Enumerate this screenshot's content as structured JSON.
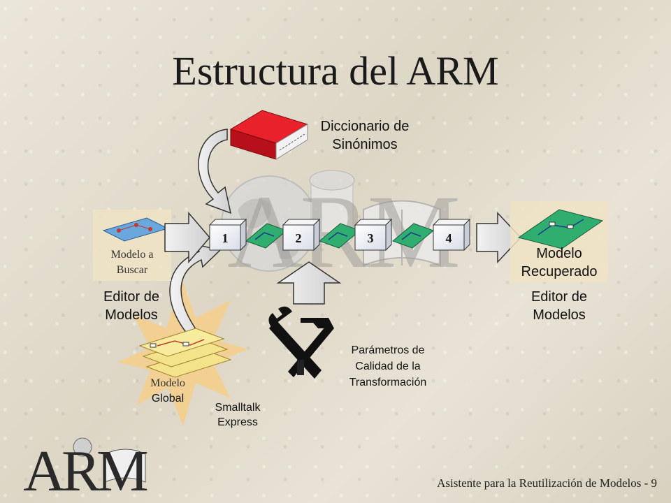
{
  "title": "Estructura del ARM",
  "dictionary": {
    "line1": "Diccionario de",
    "line2": "Sinónimos"
  },
  "input_model": {
    "line1": "Modelo a",
    "line2": "Buscar"
  },
  "left_editor": {
    "line1": "Editor de",
    "line2": "Modelos"
  },
  "output_model": {
    "line1": "Modelo",
    "line2": "Recuperado"
  },
  "right_editor": {
    "line1": "Editor de",
    "line2": "Modelos"
  },
  "stages": [
    "1",
    "2",
    "3",
    "4"
  ],
  "global_model": {
    "line1": "Modelo",
    "line2": "Global"
  },
  "smalltalk": {
    "line1": "Smalltalk",
    "line2": "Express"
  },
  "quality": {
    "line1": "Parámetros de",
    "line2": "Calidad de la",
    "line3": "Transformación"
  },
  "watermark": "ARM",
  "logo_text": "ARM",
  "footer": "Asistente para la Reutilización de Modelos - 9",
  "colors": {
    "book_red": "#d0121b",
    "stage_green": "#2fae6f",
    "model_blue": "#6aa7dc",
    "global_yellow": "#f3e38a",
    "starburst": "#f4ce8c"
  }
}
